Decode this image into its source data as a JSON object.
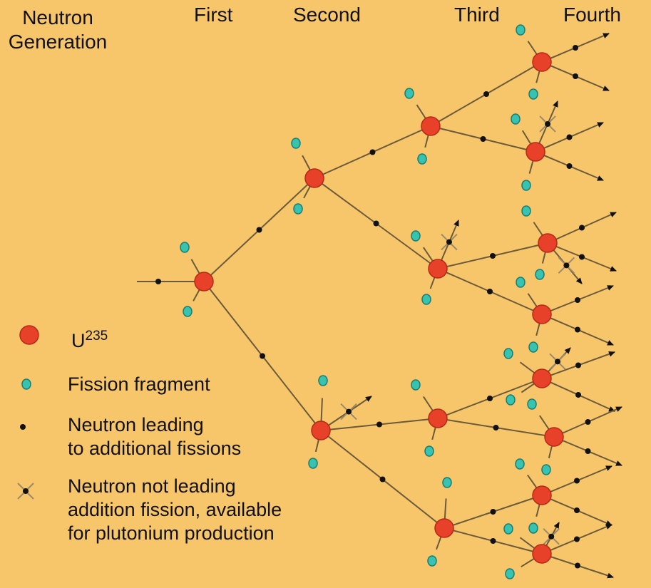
{
  "headers": {
    "generation_line1": "Neutron",
    "generation_line2": "Generation",
    "first": "First",
    "second": "Second",
    "third": "Third",
    "fourth": "Fourth"
  },
  "legend": {
    "u235_base": "U",
    "u235_sup": "235",
    "fragment": "Fission fragment",
    "neutron_line1": "Neutron leading",
    "neutron_line2": "to additional fissions",
    "xneutron_line1": "Neutron not leading",
    "xneutron_line2": "addition fission, available",
    "xneutron_line3": "for plutonium production"
  },
  "colors": {
    "background": "#f8c66a",
    "nucleus": "#e8412a",
    "fragment": "#36c3b0",
    "neutron": "#111111",
    "path": "#6b5a3a"
  }
}
